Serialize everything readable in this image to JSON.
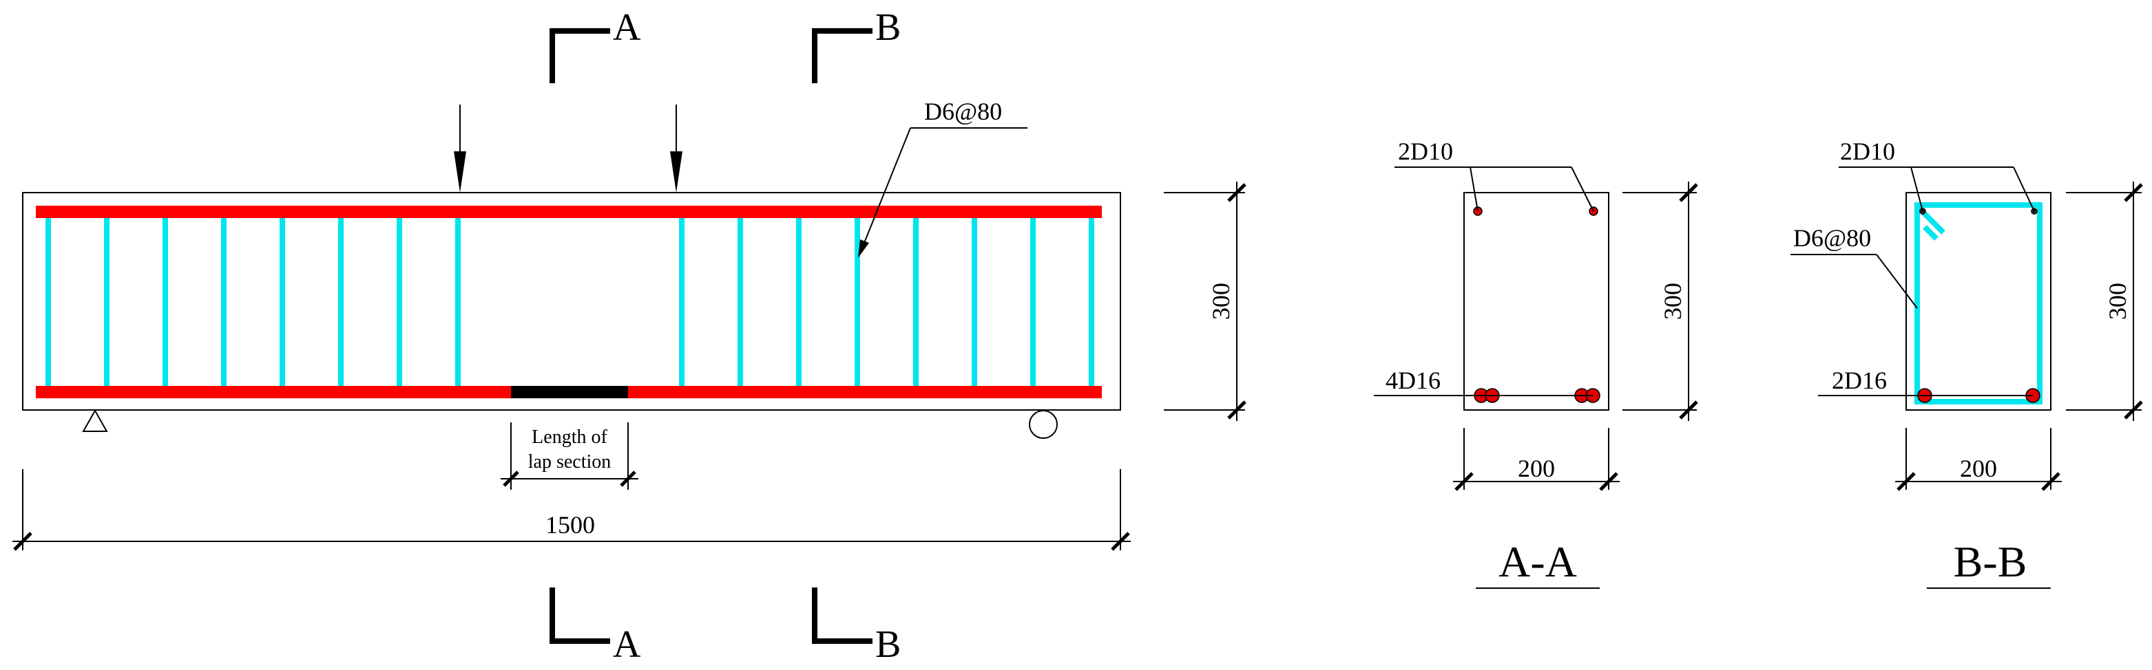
{
  "colors": {
    "longitudinal_rebar": "#ff0000",
    "stirrup": "#00e5ee",
    "lap_section": "#000000",
    "bar_section": "#e00000"
  },
  "beam": {
    "length_label": "1500",
    "height_label": "300",
    "stirrup_label": "D6@80",
    "lap_label_line1": "Length of",
    "lap_label_line2": "lap section"
  },
  "cuts": {
    "a_letter": "A",
    "b_letter": "B"
  },
  "section_a": {
    "title": "A-A",
    "top_bars": "2D10",
    "bottom_bars": "4D16",
    "width_label": "200",
    "height_label": "300"
  },
  "section_b": {
    "title": "B-B",
    "top_bars": "2D10",
    "bottom_bars": "2D16",
    "stirrup_label": "D6@80",
    "width_label": "200",
    "height_label": "300"
  }
}
